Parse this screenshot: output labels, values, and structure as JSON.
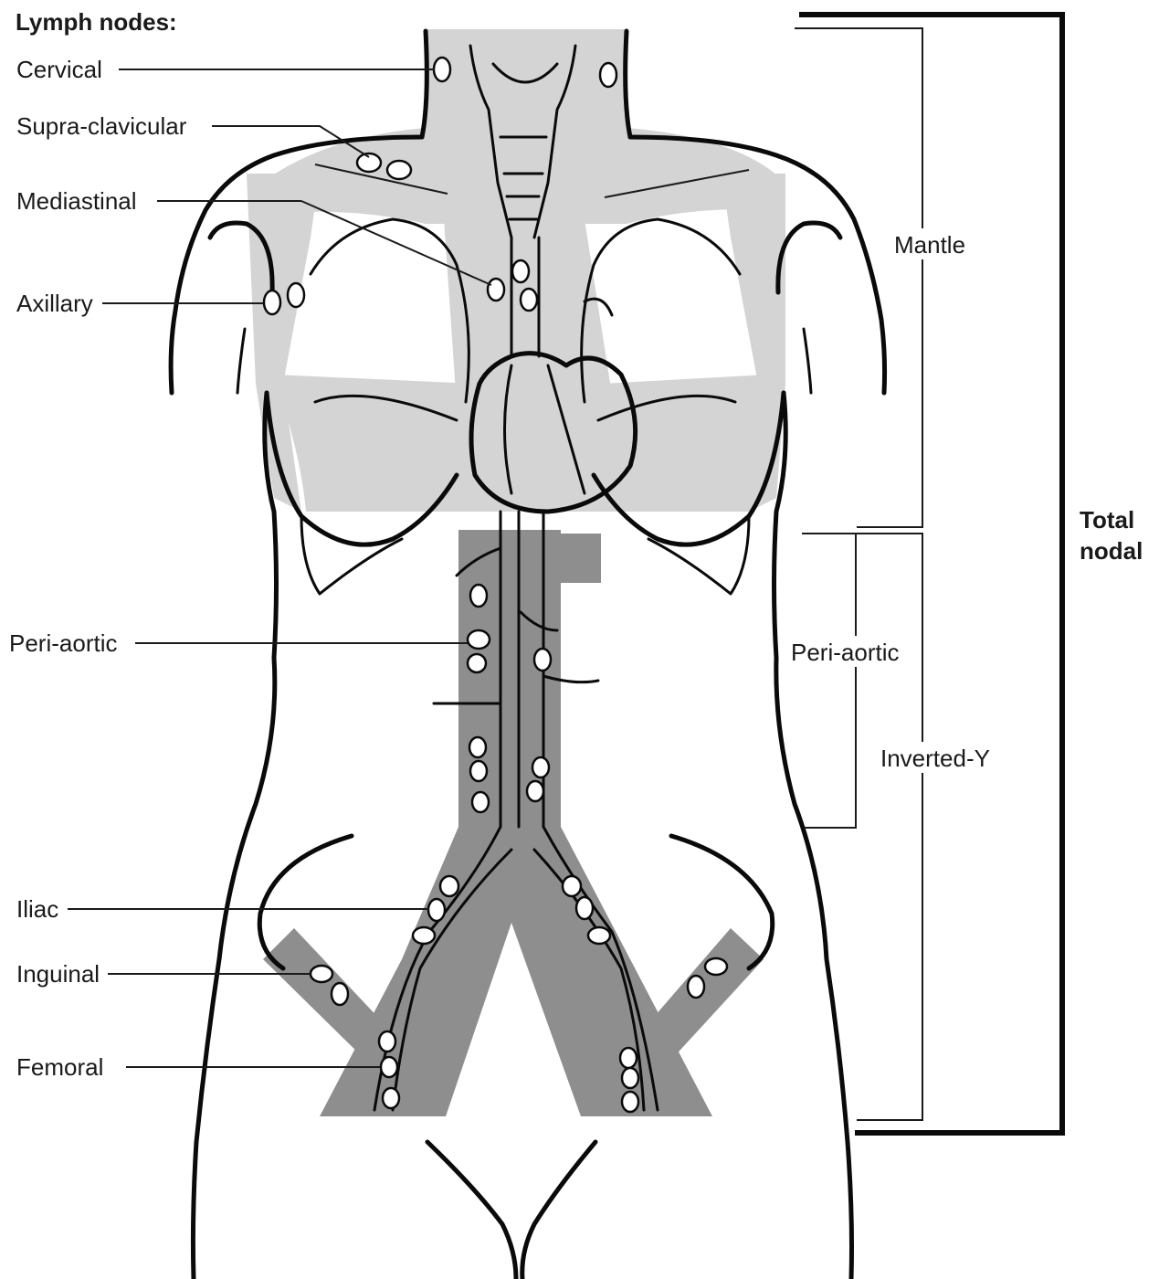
{
  "title": "Lymph nodes:",
  "node_labels": {
    "cervical": "Cervical",
    "supraclavicular": "Supra-clavicular",
    "mediastinal": "Mediastinal",
    "axillary": "Axillary",
    "periaortic": "Peri-aortic",
    "iliac": "Iliac",
    "inguinal": "Inguinal",
    "femoral": "Femoral"
  },
  "field_labels": {
    "mantle": "Mantle",
    "periaortic": "Peri-aortic",
    "inverted_y": "Inverted-Y",
    "total_nodal_line1": "Total",
    "total_nodal_line2": "nodal"
  },
  "colors": {
    "mantle_field": "#d4d4d4",
    "inverted_y_field": "#8e8e8e",
    "outline": "#0a0a0a",
    "node": "#ffffff"
  }
}
